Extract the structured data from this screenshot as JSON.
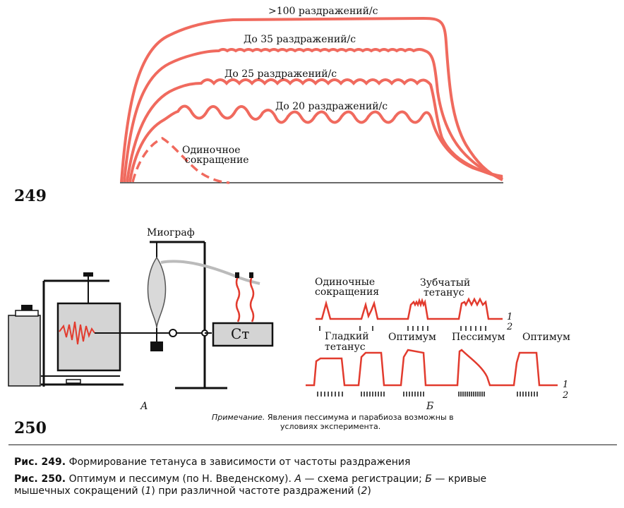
{
  "fig249": {
    "number": "249",
    "curve_labels": {
      "c100": ">100 раздражений/с",
      "c35": "До 35 раздражений/с",
      "c25": "До 25 раздражений/с",
      "c20": "До 20 раздражений/с",
      "single_line1": "Одиночное",
      "single_line2": "сокращение"
    }
  },
  "fig250": {
    "number": "250",
    "a": {
      "title": "Миограф",
      "stim_label": "Ст",
      "panel_label": "А"
    },
    "b": {
      "labels": {
        "single_line1": "Одиночные",
        "single_line2": "сокращения",
        "serrated_line1": "Зубчатый",
        "serrated_line2": "тетанус",
        "smooth_line1": "Гладкий",
        "smooth_line2": "тетанус",
        "optimum1": "Оптимум",
        "pessimum": "Пессимум",
        "optimum2": "Оптимум"
      },
      "trace_num_1": "1",
      "trace_num_2": "2",
      "trace_num_1b": "1",
      "trace_num_2b": "2",
      "panel_label": "Б",
      "note_label": "Примечание.",
      "note_line1": "Явления пессимума и парабиоза возможны в",
      "note_line2": "условиях эксперимента."
    }
  },
  "captions": {
    "cap249_num": "Рис. 249.",
    "cap249_text": "Формирование тетануса в зависимости от частоты раздражения",
    "cap250_num": "Рис. 250.",
    "cap250_text1": "Оптимум и пессимум (по Н. Введенскому).",
    "cap250_a": "А",
    "cap250_text2": "— схема регистрации;",
    "cap250_b": "Б",
    "cap250_text3": "— кривые",
    "cap250_line2a": "мышечных сокращений (",
    "cap250_i1": "1",
    "cap250_line2b": ") при различной частоте раздражений (",
    "cap250_i2": "2",
    "cap250_line2c": ")"
  },
  "colors": {
    "curve": "#f06a5e",
    "ink": "#111111",
    "box_gray": "#d4d4d4"
  }
}
